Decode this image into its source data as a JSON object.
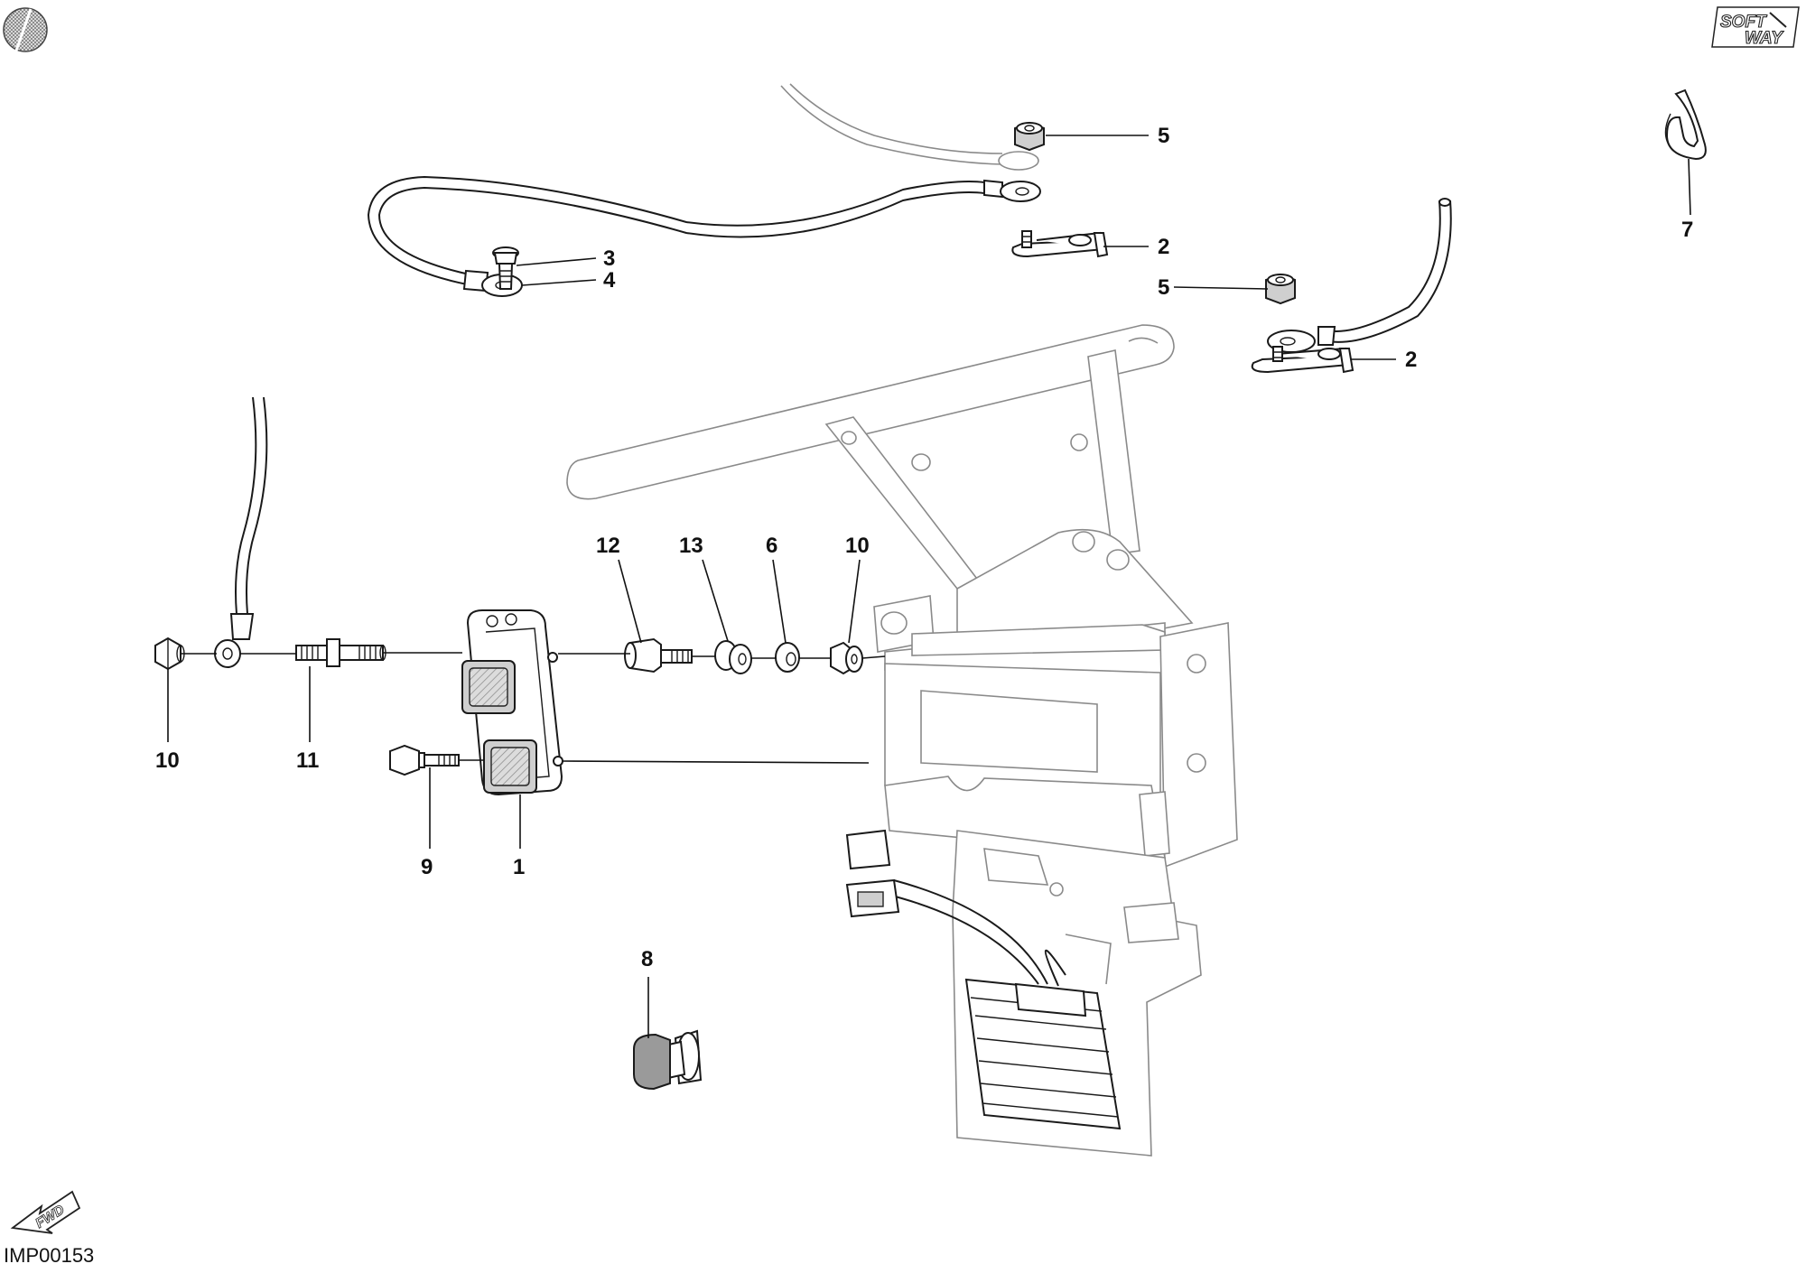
{
  "drawing_code": "IMP00153",
  "logo_text": "SOFT WAY",
  "fwd_label": "FWD",
  "callouts": [
    {
      "id": "c1",
      "label": "1"
    },
    {
      "id": "c2a",
      "label": "2"
    },
    {
      "id": "c2b",
      "label": "2"
    },
    {
      "id": "c3",
      "label": "3"
    },
    {
      "id": "c4",
      "label": "4"
    },
    {
      "id": "c5a",
      "label": "5"
    },
    {
      "id": "c5b",
      "label": "5"
    },
    {
      "id": "c6",
      "label": "6"
    },
    {
      "id": "c7",
      "label": "7"
    },
    {
      "id": "c8",
      "label": "8"
    },
    {
      "id": "c9",
      "label": "9"
    },
    {
      "id": "c10a",
      "label": "10"
    },
    {
      "id": "c10b",
      "label": "10"
    },
    {
      "id": "c11",
      "label": "11"
    },
    {
      "id": "c12",
      "label": "12"
    },
    {
      "id": "c13",
      "label": "13"
    }
  ]
}
